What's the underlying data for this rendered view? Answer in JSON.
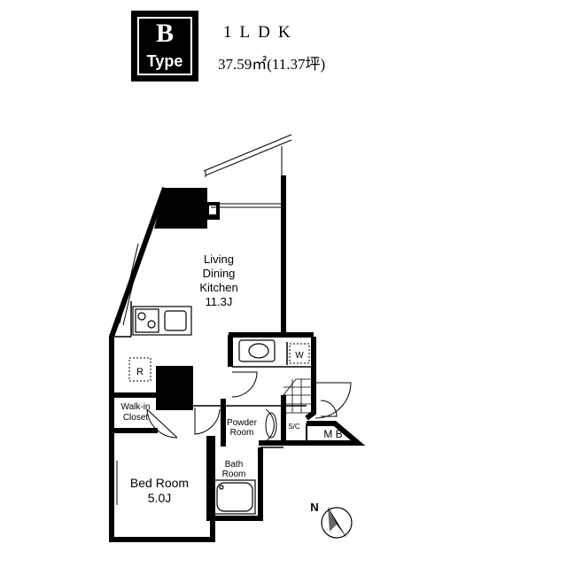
{
  "header": {
    "letter": "B",
    "type_label": "Type",
    "layout": "1LDK",
    "area": "37.59㎡(11.37坪)"
  },
  "rooms": {
    "ldk": [
      "Living",
      "Dining",
      "Kitchen",
      "11.3J"
    ],
    "walkin": [
      "Walk-in",
      "Closet"
    ],
    "powder": [
      "Powder",
      "Room"
    ],
    "bath": [
      "Bath",
      "Room"
    ],
    "bed": [
      "Bed Room",
      "5.0J"
    ]
  },
  "fixtures": {
    "refrigerator": "R",
    "washer": "W",
    "shoe_closet": "S/C",
    "meter_box": "M B"
  },
  "compass": {
    "label": "N"
  }
}
